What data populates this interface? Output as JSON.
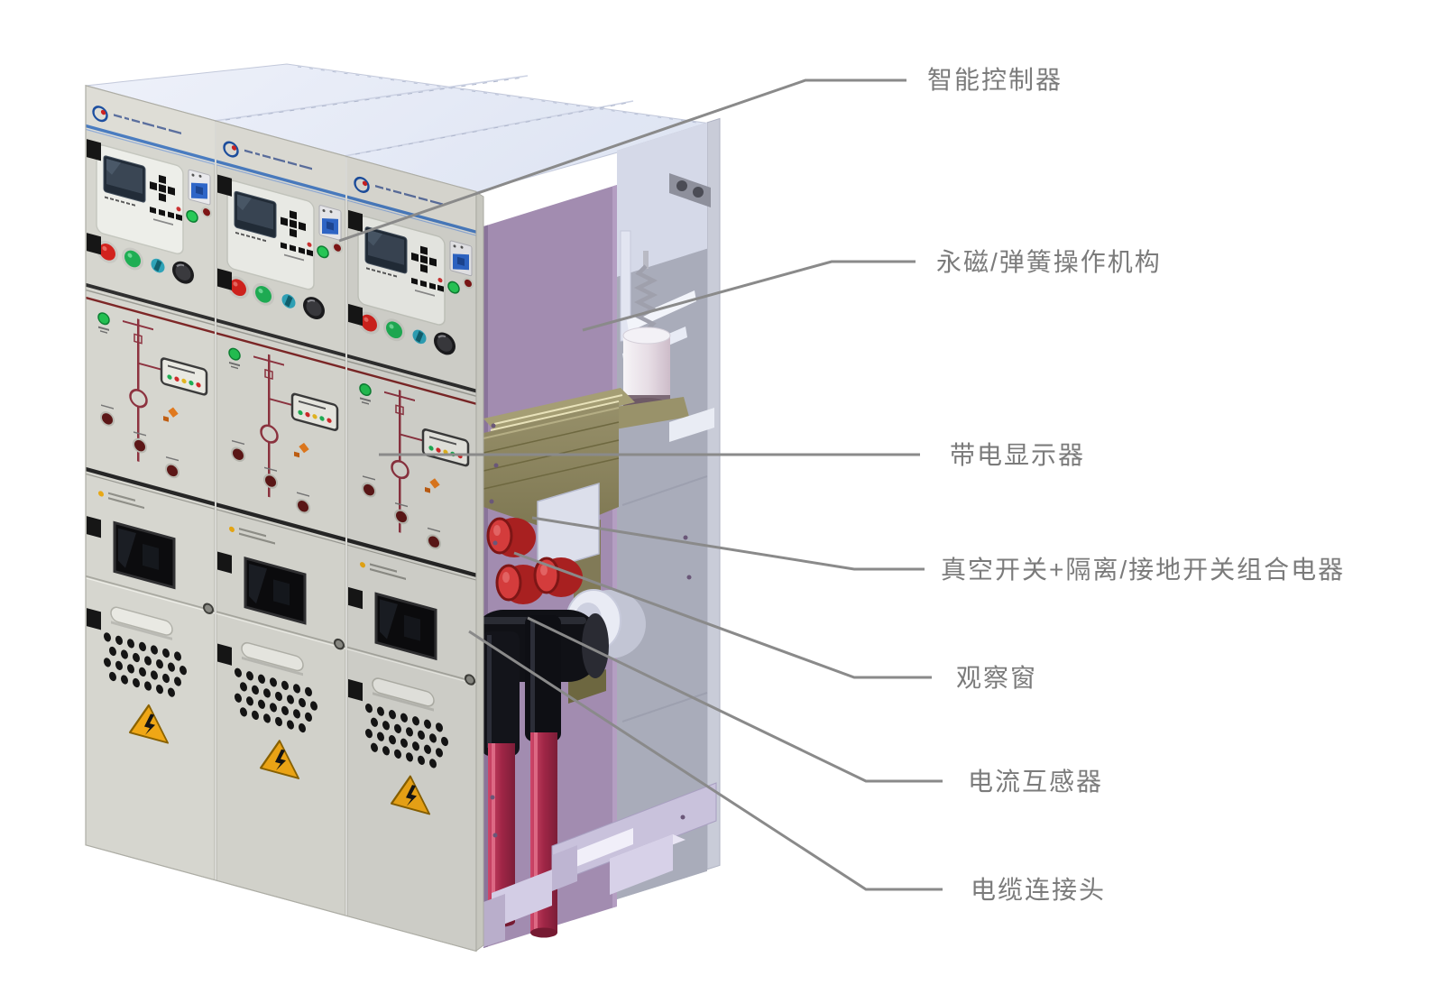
{
  "diagram": {
    "background_color": "#ffffff",
    "annotation_text_color": "#7b7b7b",
    "leader_line_color": "#8a8a8a",
    "labels": [
      {
        "id": "smart-controller",
        "text": "智能控制器"
      },
      {
        "id": "operating-mechanism",
        "text": "永磁/弹簧操作机构"
      },
      {
        "id": "live-display",
        "text": "带电显示器"
      },
      {
        "id": "vacuum-switch-combo",
        "text": "真空开关+隔离/接地开关组合电器"
      },
      {
        "id": "observation-window",
        "text": "观察窗"
      },
      {
        "id": "current-transformer",
        "text": "电流互感器"
      },
      {
        "id": "cable-connector",
        "text": "电缆连接头"
      }
    ],
    "cabinet": {
      "panel_count": 3,
      "colors": {
        "panel_body": "#d6d6cf",
        "top_face": "#e9edf8",
        "header_stripe_blue": "#4a7cc0",
        "side_panel_purple": "#a28cb0",
        "interior_gray": "#b4b7c5",
        "busbar_khaki": "#8d8660",
        "bushing_red": "#d43c3c",
        "cable_red": "#b3274e",
        "cable_sleeve_black": "#13141a",
        "warning_yellow": "#efa716",
        "lavender_frame": "#c9c2dc"
      }
    }
  }
}
